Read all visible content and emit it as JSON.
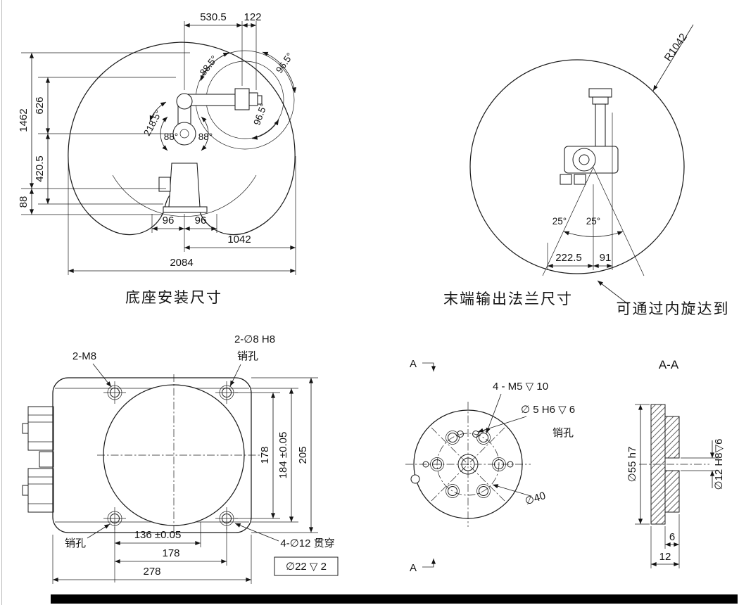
{
  "captions": {
    "base_view": "底座安装尺寸",
    "flange_view": "末端输出法兰尺寸",
    "reach_note": "可通过内旋达到"
  },
  "envelope_side": {
    "dim_top_1": "530.5",
    "dim_top_2": "122",
    "dim_left_total": "1462",
    "dim_left_upper": "626",
    "dim_left_lower": "420.5",
    "dim_left_base": "88",
    "dim_base_left": "96",
    "dim_base_right": "96",
    "dim_reach": "1042",
    "dim_span": "2084",
    "angle_wrist_upper": "96.5°",
    "angle_wrist_back": "88.5°",
    "angle_wrist_lower": "96.5°",
    "angle_j2_total": "218.5°",
    "angle_j2_left": "88°",
    "angle_j2_right": "88°"
  },
  "envelope_top": {
    "radius": "R1042",
    "angle_left": "25°",
    "angle_right": "25°",
    "dim_offset": "222.5",
    "dim_flange": "91"
  },
  "base_plate": {
    "label_m8": "2-M8",
    "label_pin": "2-∅8 H8",
    "label_pin_hole_top": "销孔",
    "label_pin_hole_bottom": "销孔",
    "label_through": "4-∅12 贯穿",
    "label_cbore": "∅22 ▽ 2",
    "dim_height_holes": "178",
    "dim_height_mid": "184 ±0.05",
    "dim_height_total": "205",
    "dim_width_pins": "136 ±0.05",
    "dim_width_holes": "178",
    "dim_width_total": "278"
  },
  "flange_detail": {
    "section_mark_top": "A",
    "section_mark_bottom": "A",
    "section_title": "A-A",
    "label_m5": "4 - M5  ▽ 10",
    "label_pin": "∅ 5  H6  ▽ 6",
    "label_pin_hole": "销孔",
    "label_bolt_circle": "∅40",
    "dim_spigot": "∅55 h7",
    "dim_center_hole": "∅12 H8▽6",
    "dim_boss_depth": "6",
    "dim_total_depth": "12"
  }
}
